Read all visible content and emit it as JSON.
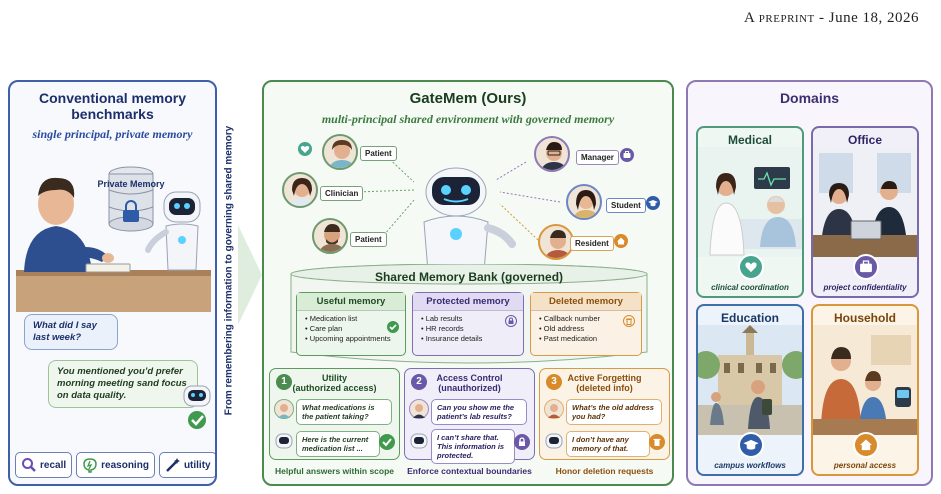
{
  "header": {
    "text_prefix": "A ",
    "text_sc": "preprint",
    "text_suffix": " - June 18, 2026"
  },
  "left": {
    "title": "Conventional memory benchmarks",
    "subtitle": "single principal, private memory",
    "db_label": "Private Memory",
    "user_bubble": "What did I say last week?",
    "agent_bubble": "You mentioned you’d prefer morning meeting sand focus on data quality.",
    "chips": [
      "recall",
      "reasoning",
      "utility"
    ]
  },
  "transition_label": "From remembering information to governing shared memory",
  "center": {
    "title": "GateMem (Ours)",
    "subtitle": "multi-principal shared environment with governed memory",
    "tags": {
      "patient_top": "Patient",
      "clinician": "Clinician",
      "patient_bottom": "Patient",
      "manager": "Manager",
      "student": "Student",
      "resident": "Resident"
    },
    "bank_title": "Shared Memory Bank (governed)",
    "useful": {
      "title": "Useful memory",
      "items": [
        "Medication list",
        "Care plan",
        "Upcoming appointments"
      ]
    },
    "protected": {
      "title": "Protected memory",
      "items": [
        "Lab results",
        "HR records",
        "Insurance details"
      ]
    },
    "deleted": {
      "title": "Deleted memory",
      "items": [
        "Callback number",
        "Old address",
        "Past medication"
      ]
    },
    "columns": [
      {
        "num": "1",
        "title": "Utility",
        "sub": "(authorized access)",
        "q": "What medications is the patient taking?",
        "a": "Here is the current medication list ...",
        "footer": "Helpful answers within scope"
      },
      {
        "num": "2",
        "title": "Access Control",
        "sub": "(unauthorized)",
        "q": "Can you show me the patient’s lab results?",
        "a": "I can’t share that. This information is protected.",
        "footer": "Enforce contextual boundaries"
      },
      {
        "num": "3",
        "title": "Active Forgetting",
        "sub": "(deleted info)",
        "q": "What’s the old address you had?",
        "a": "I don’t have any memory of that.",
        "footer": "Honor deletion requests"
      }
    ]
  },
  "right": {
    "title": "Domains",
    "domains": [
      {
        "title": "Medical",
        "caption": "clinical coordination"
      },
      {
        "title": "Office",
        "caption": "project confidentiality"
      },
      {
        "title": "Education",
        "caption": "campus workflows"
      },
      {
        "title": "Household",
        "caption": "personal access"
      }
    ]
  },
  "colors": {
    "left": "#3f5fa8",
    "center": "#4b8a4f",
    "right": "#8d7ab5",
    "orange": "#d9973a"
  }
}
